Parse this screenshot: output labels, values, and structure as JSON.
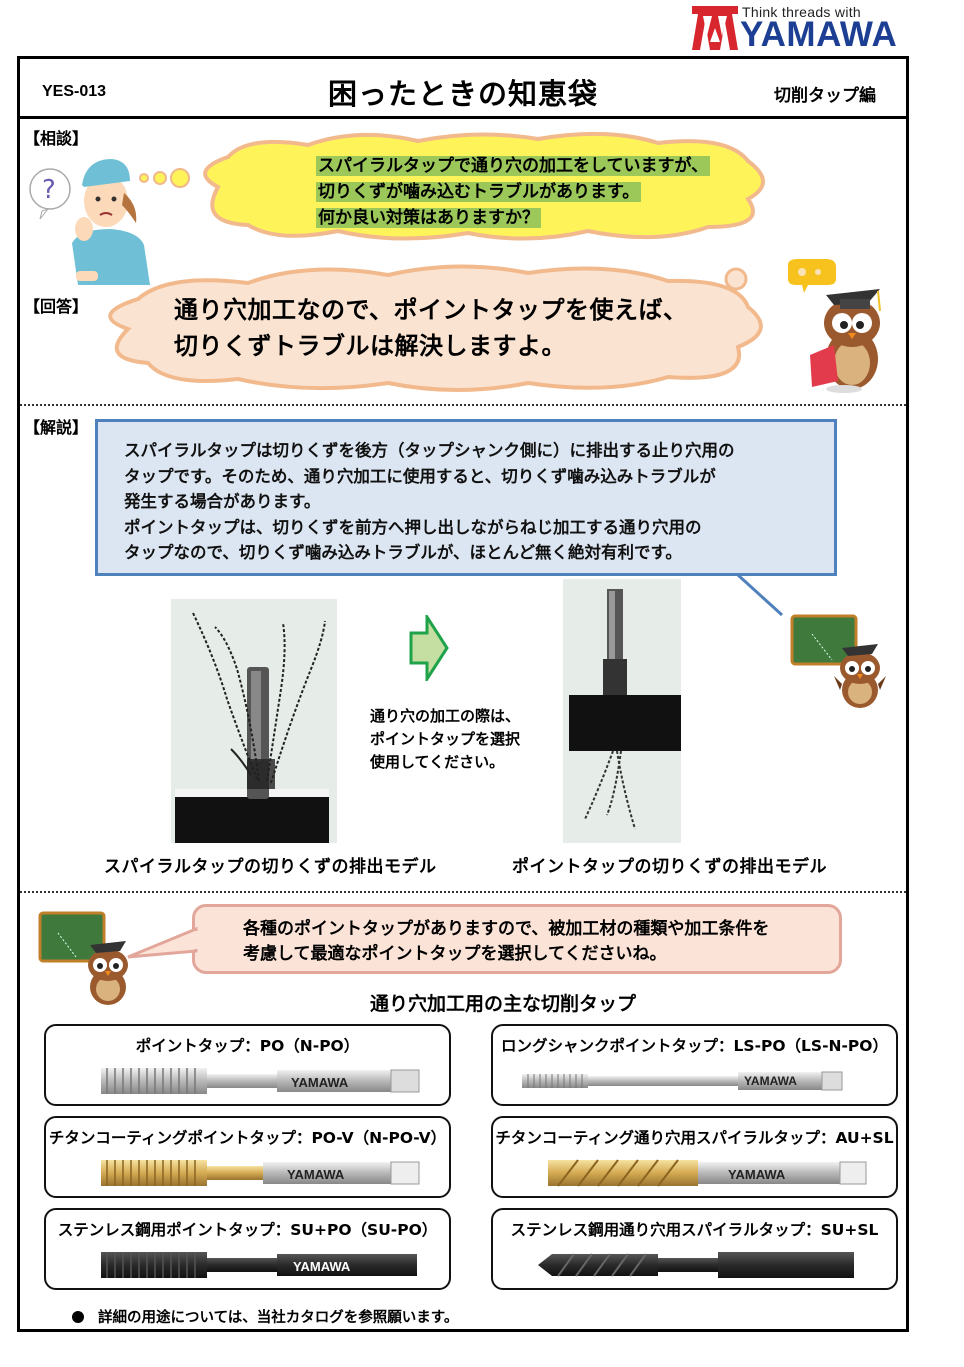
{
  "logo": {
    "tagline": "Think threads with",
    "brand": "YAMAWA",
    "brand_color": "#1c3f94",
    "mark_color": "#d7262e"
  },
  "header": {
    "doc_id": "YES-013",
    "title": "困ったときの知恵袋",
    "category": "切削タップ編"
  },
  "consultation": {
    "label": "【相談】",
    "lines": [
      "スパイラルタップで通り穴の加工をしていますが、",
      "切りくずが噛み込むトラブルがあります。",
      "何か良い対策はありますか？"
    ]
  },
  "answer": {
    "label": "【回答】",
    "lines": [
      "通り穴加工なので、ポイントタップを使えば、",
      "切りくずトラブルは解決しますよ。"
    ]
  },
  "explanation": {
    "label": "【解説】",
    "lines": [
      "スパイラルタップは切りくずを後方（タップシャンク側に）に排出する止り穴用の",
      "タップです。そのため、通り穴加工に使用すると、切りくず噛み込みトラブルが",
      "発生する場合があります。",
      "ポイントタップは、切りくずを前方へ押し出しながらねじ加工する通り穴用の",
      "タップなので、切りくず噛み込みトラブルが、ほとんど無く絶対有利です。"
    ],
    "box_color": "#dce6f2",
    "border_color": "#4f81bd"
  },
  "comparison": {
    "note_lines": [
      "通り穴の加工の際は、",
      "ポイントタップを選択",
      "使用してください。"
    ],
    "spiral_caption": "スパイラルタップの切りくずの排出モデル",
    "point_caption": "ポイントタップの切りくずの排出モデル",
    "arrow_icon": "right-arrow-icon"
  },
  "tip": {
    "lines": [
      "各種のポイントタップがありますので、被加工材の種類や加工条件を",
      "考慮して最適なポイントタップを選択してくださいね。"
    ]
  },
  "tap_list": {
    "title": "通り穴加工用の主な切削タップ",
    "items": [
      {
        "label": "ポイントタップ：PO（N-PO）",
        "finish": "silver",
        "shank_mark": "YAMAWA"
      },
      {
        "label": "ロングシャンクポイントタップ：LS-PO（LS-N-PO）",
        "finish": "silver-long",
        "shank_mark": "YAMAWA"
      },
      {
        "label": "チタンコーティングポイントタップ：PO-V（N-PO-V）",
        "finish": "gold",
        "shank_mark": "YAMAWA"
      },
      {
        "label": "チタンコーティング通り穴用スパイラルタップ：AU+SL",
        "finish": "gold-spiral",
        "shank_mark": "YAMAWA"
      },
      {
        "label": "ステンレス鋼用ポイントタップ：SU+PO（SU-PO）",
        "finish": "black",
        "shank_mark": "YAMAWA"
      },
      {
        "label": "ステンレス鋼用通り穴用スパイラルタップ：SU+SL",
        "finish": "black-spiral",
        "shank_mark": ""
      }
    ]
  },
  "footnote": "詳細の用途については、当社カタログを参照願います。"
}
